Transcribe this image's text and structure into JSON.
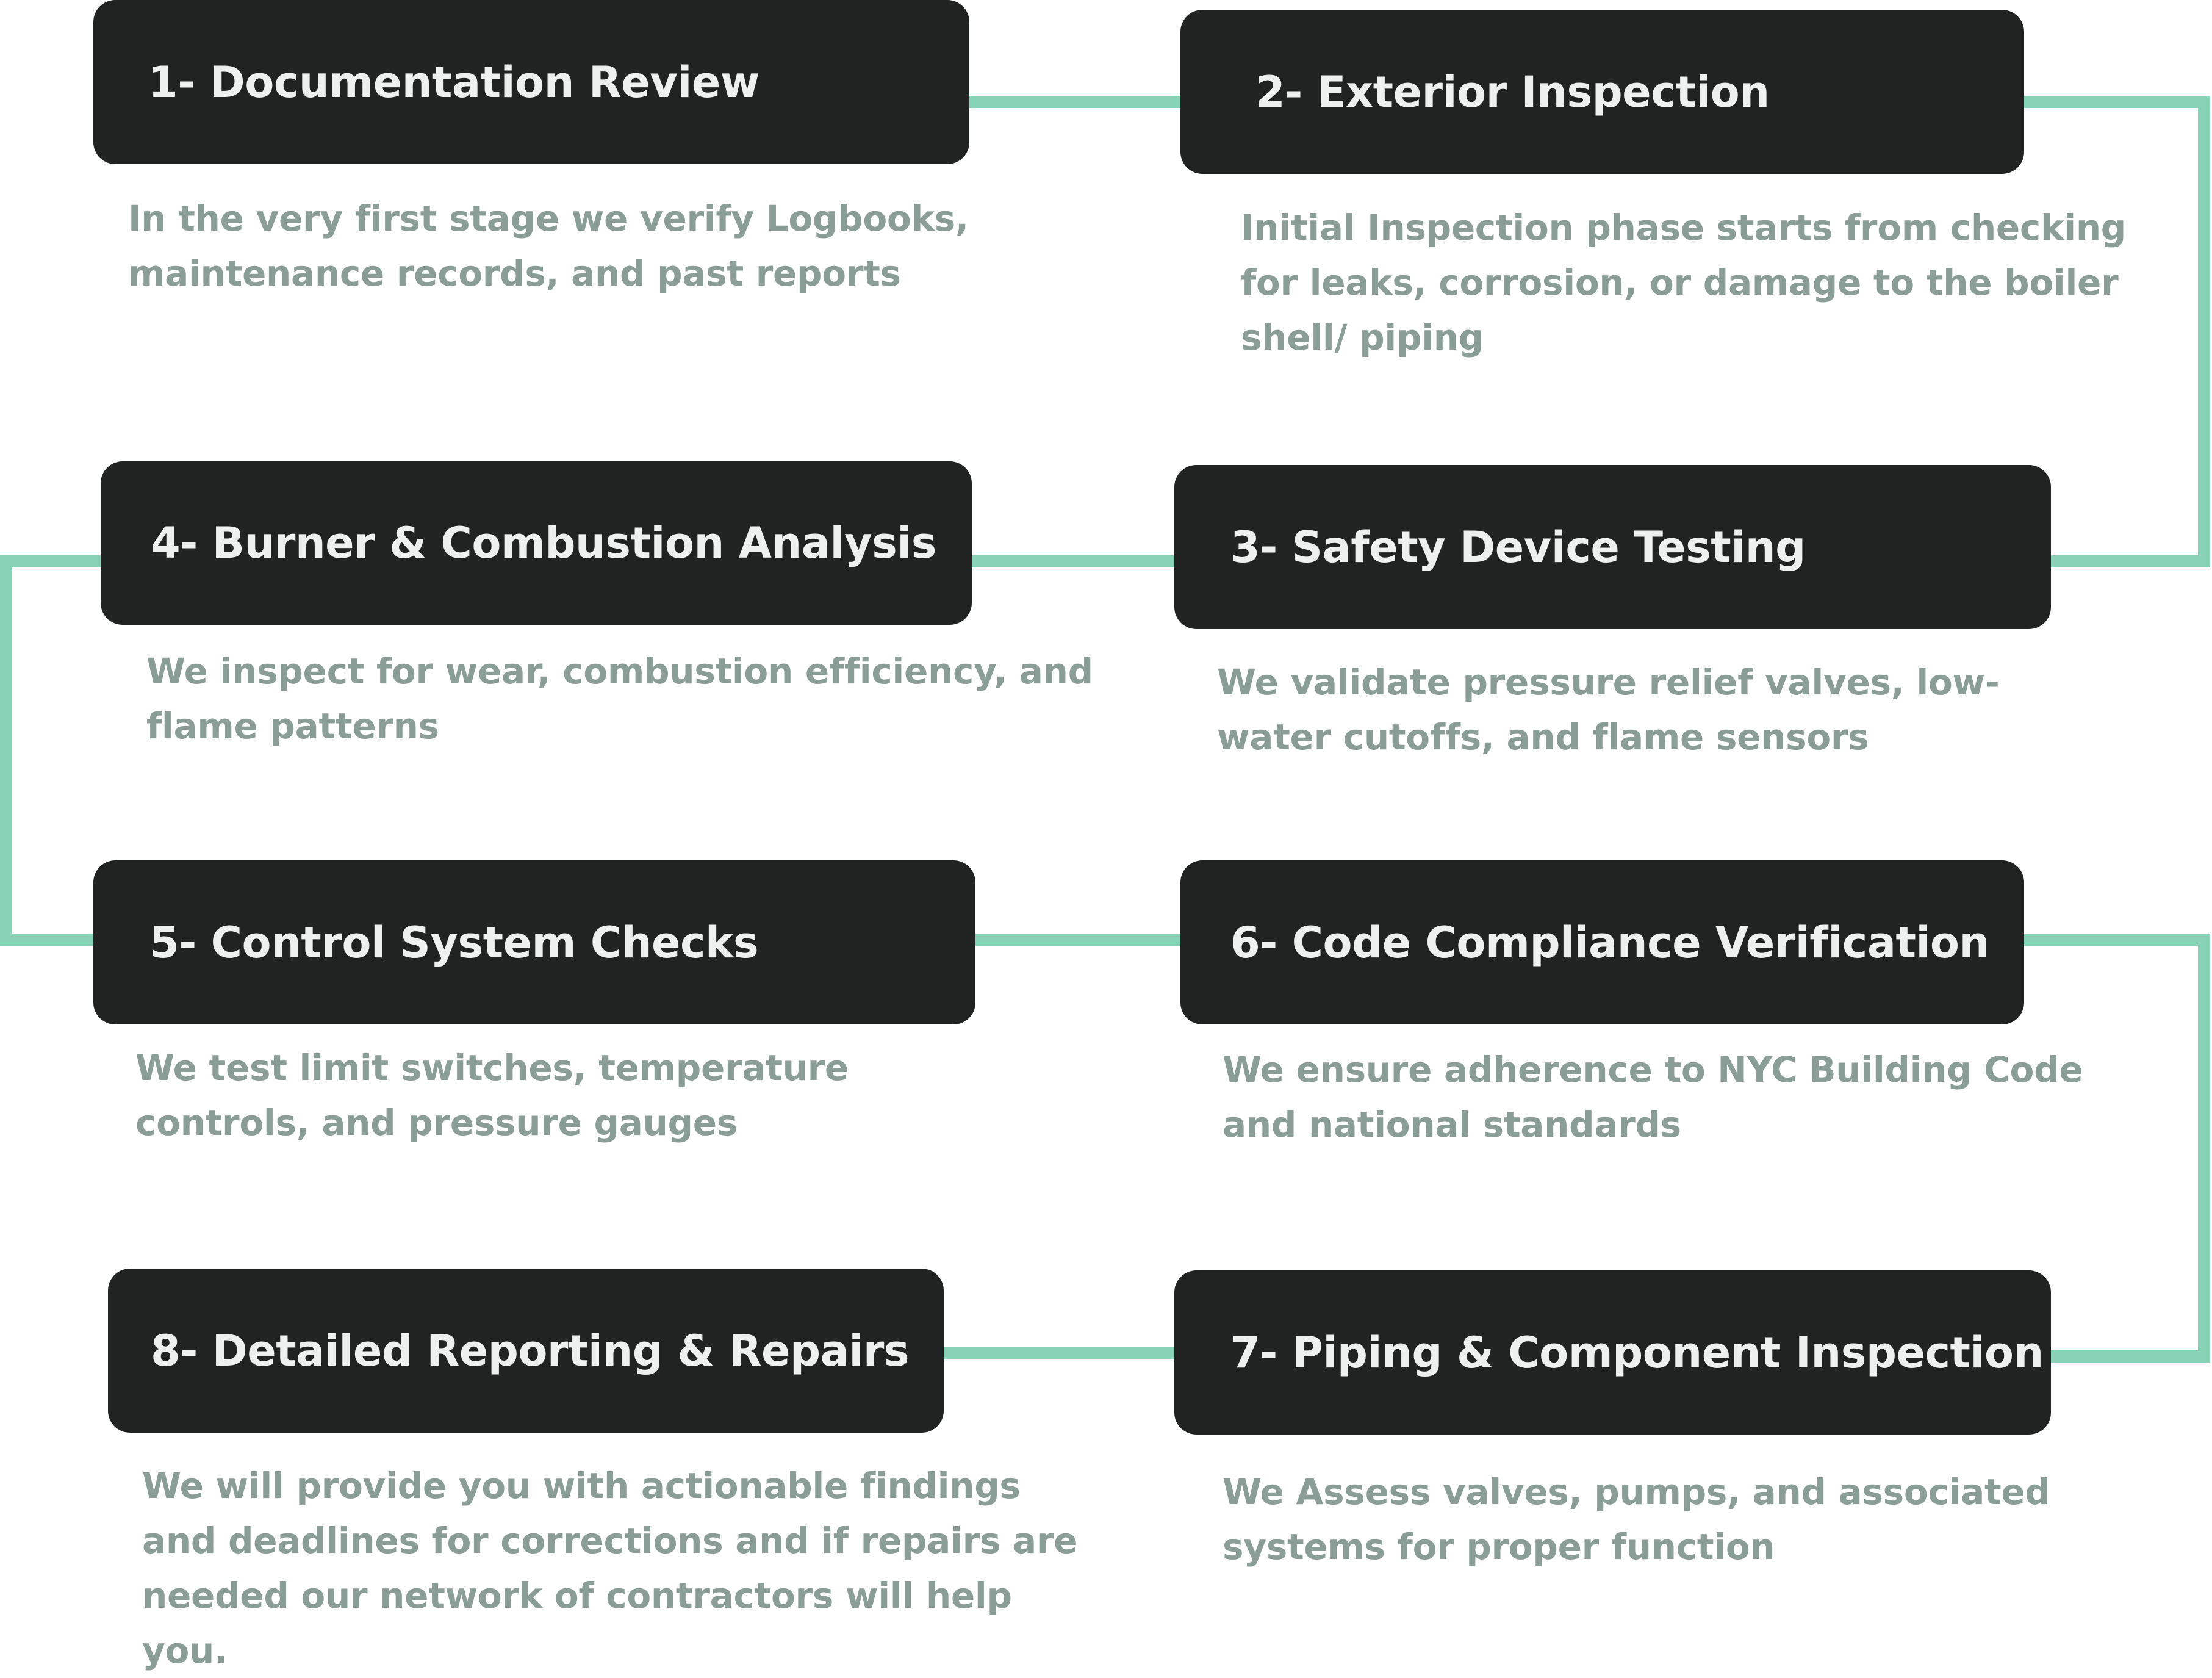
{
  "diagram": {
    "connector_color": "#88d3b6",
    "box_color": "#202322",
    "title_color": "#eef0ef",
    "description_color": "#8a9e97",
    "steps": [
      {
        "title": "1- Documentation Review",
        "description": "In the very first stage we verify Logbooks, maintenance records, and past reports"
      },
      {
        "title": "2- Exterior Inspection",
        "description": "Initial Inspection phase starts from checking for leaks, corrosion, or damage to the boiler shell/ piping"
      },
      {
        "title": "3- Safety Device Testing",
        "description": "We validate pressure relief valves, low-water cutoffs, and flame sensors"
      },
      {
        "title": "4- Burner & Combustion Analysis",
        "description": "We inspect for wear, combustion efficiency, and flame patterns"
      },
      {
        "title": "5- Control System Checks",
        "description": "We test limit switches, temperature controls, and pressure gauges"
      },
      {
        "title": "6- Code Compliance Verification",
        "description": "We ensure adherence to NYC Building Code and national standards"
      },
      {
        "title": "7- Piping & Component Inspection",
        "description": "We Assess valves, pumps, and associated systems for proper function"
      },
      {
        "title": "8- Detailed Reporting & Repairs",
        "description": "We will provide you with actionable findings and deadlines for corrections and if repairs are needed our network of contractors will help you."
      }
    ]
  }
}
